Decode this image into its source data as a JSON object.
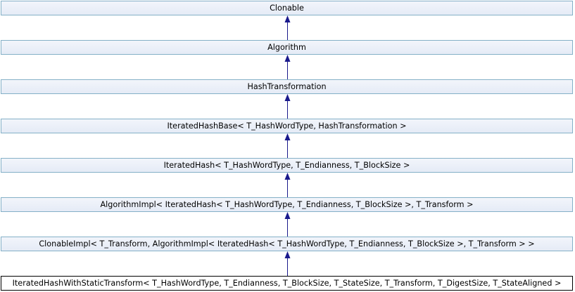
{
  "diagram": {
    "nodes": [
      {
        "id": "clonable",
        "label": "Clonable",
        "is_current": false
      },
      {
        "id": "algorithm",
        "label": "Algorithm",
        "is_current": false
      },
      {
        "id": "hash-transformation",
        "label": "HashTransformation",
        "is_current": false
      },
      {
        "id": "iterated-hash-base",
        "label": "IteratedHashBase< T_HashWordType, HashTransformation >",
        "is_current": false
      },
      {
        "id": "iterated-hash",
        "label": "IteratedHash< T_HashWordType, T_Endianness, T_BlockSize >",
        "is_current": false
      },
      {
        "id": "algorithm-impl",
        "label": "AlgorithmImpl< IteratedHash< T_HashWordType, T_Endianness, T_BlockSize >, T_Transform >",
        "is_current": false
      },
      {
        "id": "clonable-impl",
        "label": "ClonableImpl< T_Transform, AlgorithmImpl< IteratedHash< T_HashWordType, T_Endianness, T_BlockSize >, T_Transform > >",
        "is_current": false
      },
      {
        "id": "iterated-hash-with-static-transform",
        "label": "IteratedHashWithStaticTransform< T_HashWordType, T_Endianness, T_BlockSize, T_StateSize, T_Transform, T_DigestSize, T_StateAligned >",
        "is_current": true
      }
    ],
    "edges": [
      {
        "from": "algorithm",
        "to": "clonable"
      },
      {
        "from": "hash-transformation",
        "to": "algorithm"
      },
      {
        "from": "iterated-hash-base",
        "to": "hash-transformation"
      },
      {
        "from": "iterated-hash",
        "to": "iterated-hash-base"
      },
      {
        "from": "algorithm-impl",
        "to": "iterated-hash"
      },
      {
        "from": "clonable-impl",
        "to": "algorithm-impl"
      },
      {
        "from": "iterated-hash-with-static-transform",
        "to": "clonable-impl"
      }
    ],
    "colors": {
      "node_border": "#84B0C7",
      "current_border": "#000000",
      "edge": "#1a1a8c"
    }
  }
}
